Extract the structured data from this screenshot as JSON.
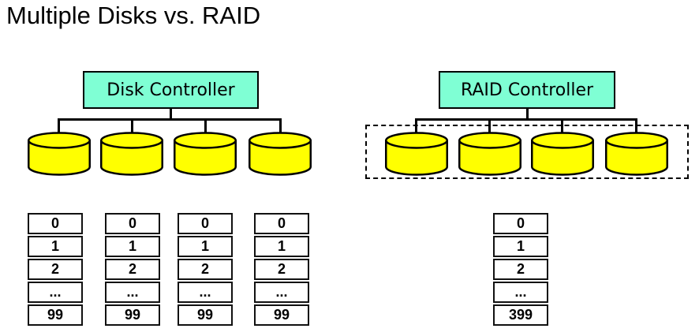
{
  "title": "Multiple Disks vs. RAID",
  "colors": {
    "controller_fill": "#7fffd4",
    "disk_fill": "#ffff00",
    "outline": "#000000",
    "cell_fill": "#ffffff"
  },
  "left_system": {
    "controller_label": "Disk Controller",
    "disk_count": 4,
    "block_columns": [
      {
        "cells": [
          "0",
          "1",
          "2",
          "...",
          "99"
        ]
      },
      {
        "cells": [
          "0",
          "1",
          "2",
          "...",
          "99"
        ]
      },
      {
        "cells": [
          "0",
          "1",
          "2",
          "...",
          "99"
        ]
      },
      {
        "cells": [
          "0",
          "1",
          "2",
          "...",
          "99"
        ]
      }
    ]
  },
  "right_system": {
    "controller_label": "RAID Controller",
    "disk_count": 4,
    "block_columns": [
      {
        "cells": [
          "0",
          "1",
          "2",
          "...",
          "399"
        ]
      }
    ]
  }
}
